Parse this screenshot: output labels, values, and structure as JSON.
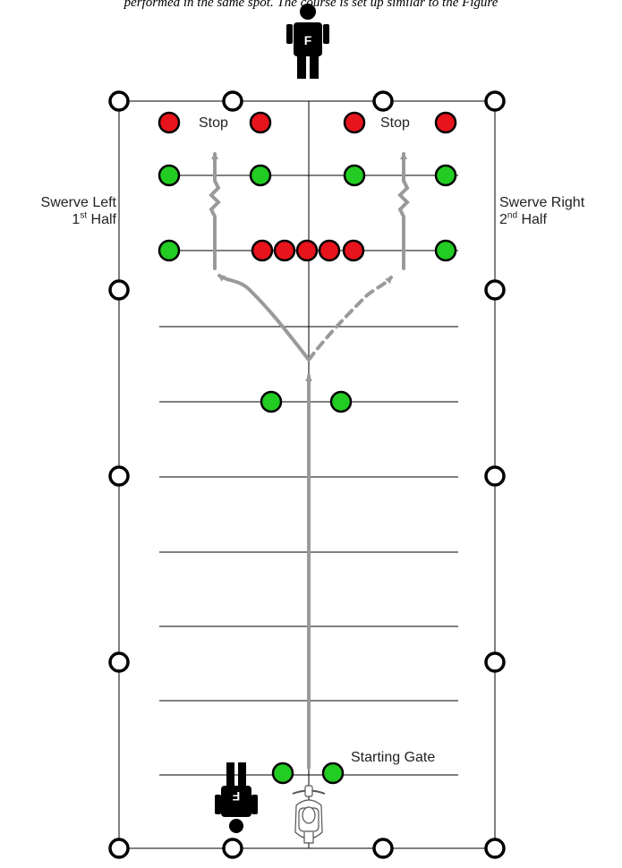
{
  "caption": "performed in the same spot. The course is set up similar to the Figure",
  "labels": {
    "stop_left": "Stop",
    "stop_right": "Stop",
    "swerve_left_line1": "Swerve Left",
    "swerve_left_ord_num": "1",
    "swerve_left_ord_sup": "st",
    "swerve_left_half": " Half",
    "swerve_right_line1": "Swerve Right",
    "swerve_right_ord_num": "2",
    "swerve_right_ord_sup": "nd",
    "swerve_right_half": " Half",
    "starting_gate": "Starting Gate",
    "flagger_letter_top": "F",
    "flagger_letter_bottom": "F"
  },
  "colors": {
    "cone_green": "#22cc22",
    "cone_red": "#e8141c",
    "cone_white": "#ffffff",
    "path_gray": "#9a9a9a",
    "line": "#000000",
    "figure": "#000000"
  },
  "icons": {
    "flagger_top": "flagger-person-icon",
    "flagger_bottom": "flagger-person-icon",
    "motorcycle": "motorcycle-top-view-icon"
  }
}
